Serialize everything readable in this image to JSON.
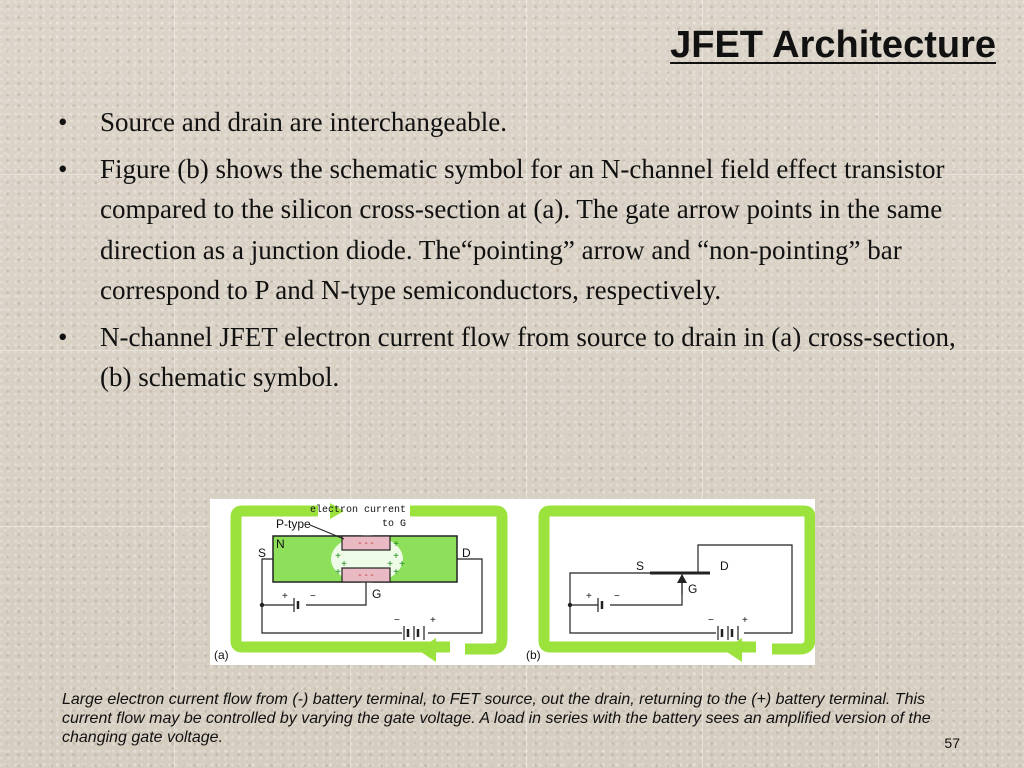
{
  "slide": {
    "title": "JFET Architecture",
    "bullets": [
      "Source and drain are interchangeable.",
      "Figure (b) shows the schematic symbol for an N-channel field effect transistor compared to the silicon cross-section at (a). The gate arrow points in the same direction as a junction diode. The“pointing” arrow and “non-pointing” bar correspond to P and N-type semiconductors, respectively.",
      "N-channel JFET electron current flow from source to drain in (a) cross-section, (b) schematic symbol."
    ],
    "caption": "Large electron current flow from (-) battery terminal, to FET source, out the drain, returning to the (+) battery terminal. This current flow may be controlled by varying the gate voltage. A load in series with the battery sees an amplified version of the changing gate voltage.",
    "page_number": "57"
  },
  "figure": {
    "panel_a": {
      "label": "(a)",
      "electron_current_label": "electron current",
      "to_g_label": "to G",
      "p_type_label": "P-type",
      "n_label": "N",
      "source_label": "S",
      "drain_label": "D",
      "gate_label": "G",
      "minus_sign": "- - -",
      "plus_sign": "+",
      "minus_single": "−"
    },
    "panel_b": {
      "label": "(b)",
      "source_label": "S",
      "drain_label": "D",
      "gate_label": "G",
      "plus_sign": "+",
      "minus_single": "−"
    },
    "colors": {
      "loop_green": "#9be23c",
      "n_region": "#8ee05a",
      "p_region": "#e9b9c4",
      "wire": "#222222"
    }
  }
}
